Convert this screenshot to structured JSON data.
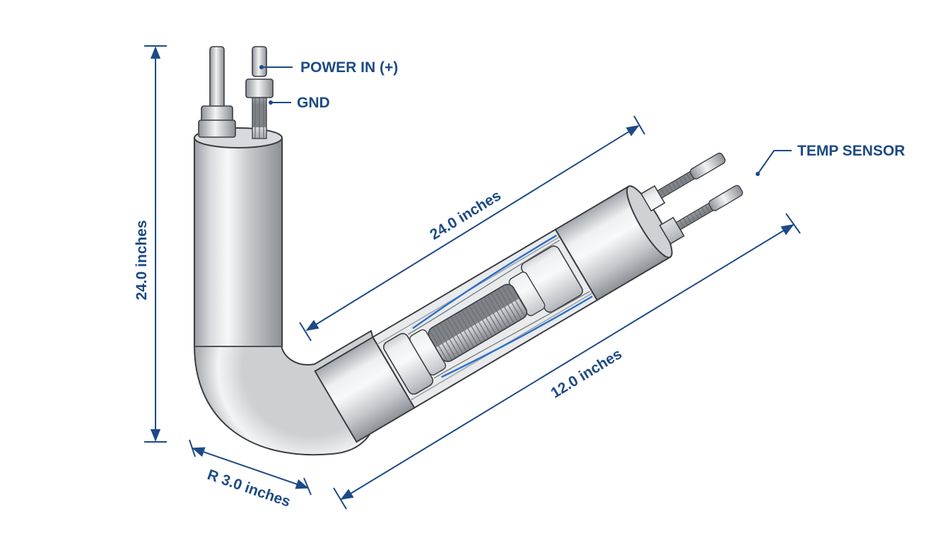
{
  "diagram": {
    "callouts": {
      "power_in": "POWER IN (+)",
      "gnd": "GND",
      "temp_sensor": "TEMP SENSOR"
    },
    "dimensions": {
      "vertical_length": "24.0 inches",
      "diagonal_length": "24.0 inches",
      "diagonal_bottom_length": "12.0 inches",
      "bend_radius": "R 3.0 inches"
    }
  },
  "colors": {
    "annotation": "#1c4a86",
    "wire": "#2c6fc7",
    "metal_light": "#f4f5f6",
    "metal_mid": "#c5c8cc",
    "metal_dark": "#8a8e93",
    "outline": "#3a3d42"
  }
}
